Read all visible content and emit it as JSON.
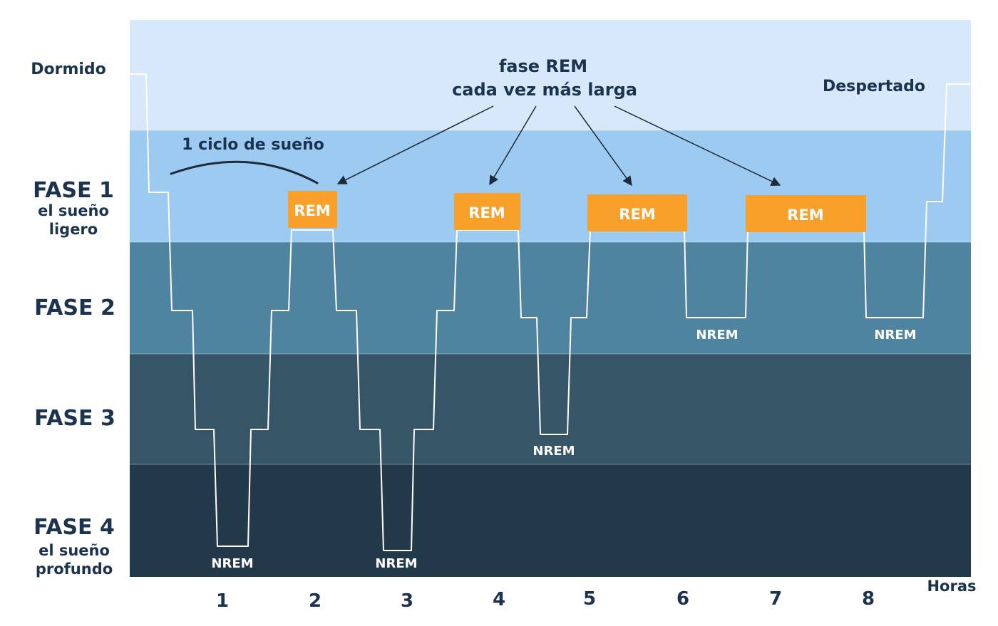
{
  "labels": {
    "dormido": "Dormido",
    "despertado": "Despertado",
    "fase1_title": "FASE 1",
    "fase1_sub1": "el sueño",
    "fase1_sub2": "ligero",
    "fase2_title": "FASE 2",
    "fase3_title": "FASE 3",
    "fase4_title": "FASE 4",
    "fase4_sub1": "el sueño",
    "fase4_sub2": "profundo",
    "ciclo": "1 ciclo de sueño",
    "rem_note_line1": "fase REM",
    "rem_note_line2": "cada vez más larga",
    "horas": "Horas"
  },
  "hours": [
    "1",
    "2",
    "3",
    "4",
    "5",
    "6",
    "7",
    "8"
  ],
  "rem_label": "REM",
  "nrem_label": "NREM",
  "colors": {
    "awake_band": "#d6e8f9",
    "fase1_band": "#9ccaf0",
    "fase2_band": "#4f84a1",
    "fase3_band": "#365566",
    "fase4_band": "#22394a",
    "rem_box": "#f9a02a",
    "trace": "#ffffff",
    "label_text": "#1c3350"
  }
}
